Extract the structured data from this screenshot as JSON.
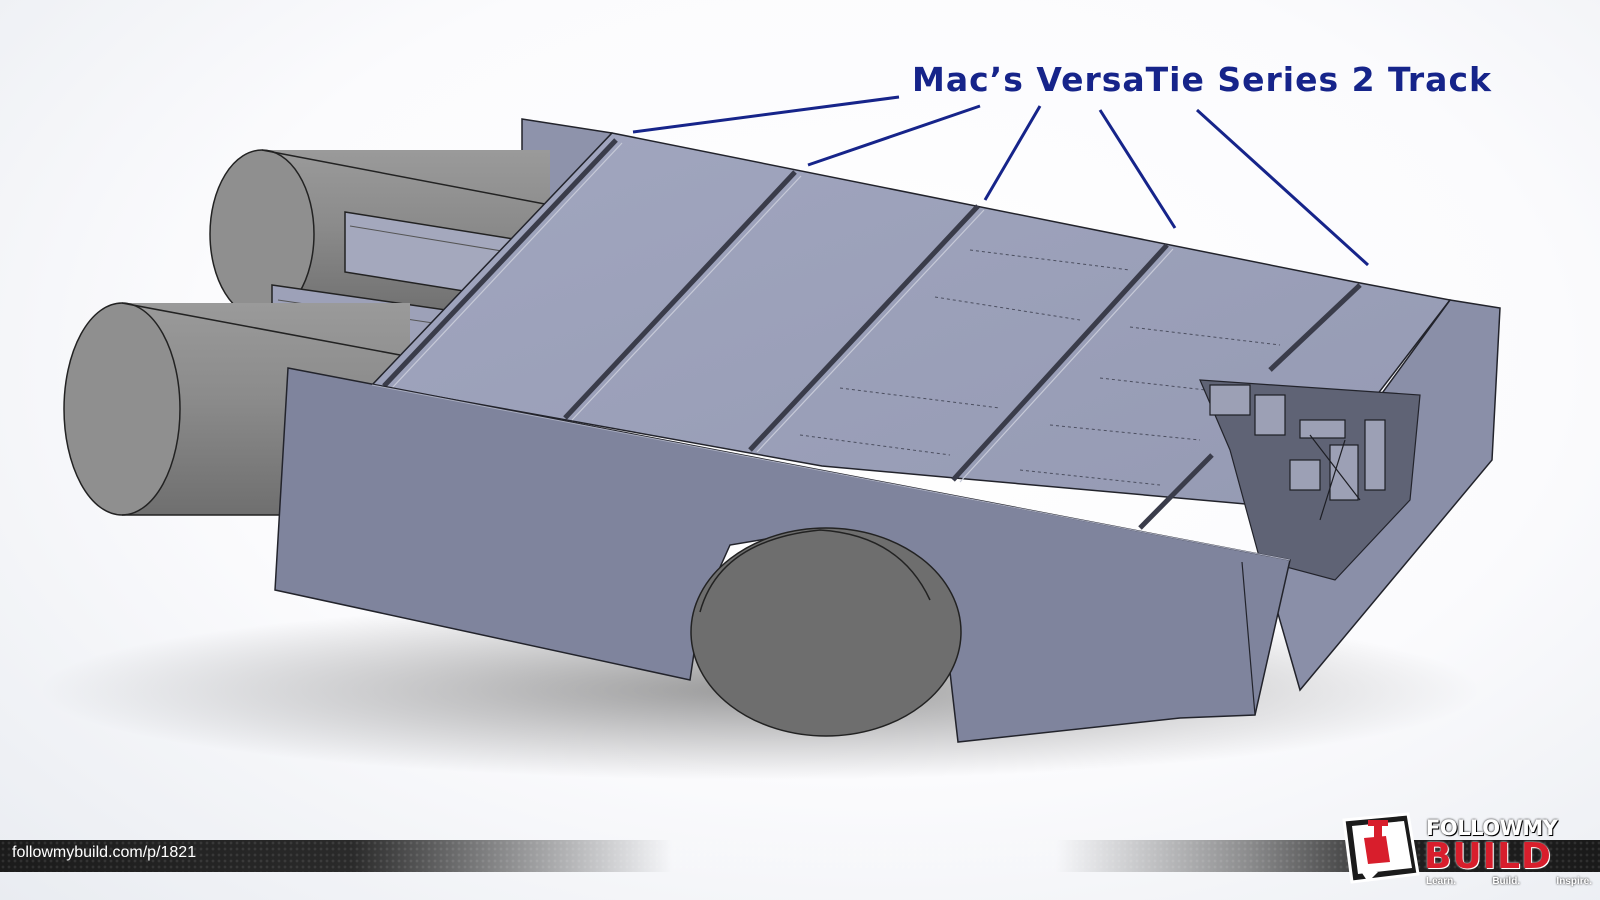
{
  "callout": {
    "title": "Mac’s VersaTie Series 2 Track",
    "leader_count": 5
  },
  "footer": {
    "url": "followmybuild.com/p/1821"
  },
  "brand": {
    "line1": "FOLLOWMY",
    "line2": "BUILD",
    "tagline": [
      "Learn.",
      "Build.",
      "Inspire."
    ],
    "colors": {
      "red": "#d81e2c",
      "white": "#ffffff",
      "dark": "#1b1b1b"
    }
  },
  "colors": {
    "panel_top": "#9da2bb",
    "panel_side": "#7e839c",
    "tube": "#8a8a8a",
    "wheel": "#6e6e6e",
    "callout": "#16248a"
  },
  "icons": [
    "robot-chassis-render",
    "follow-my-build-logo-icon"
  ]
}
